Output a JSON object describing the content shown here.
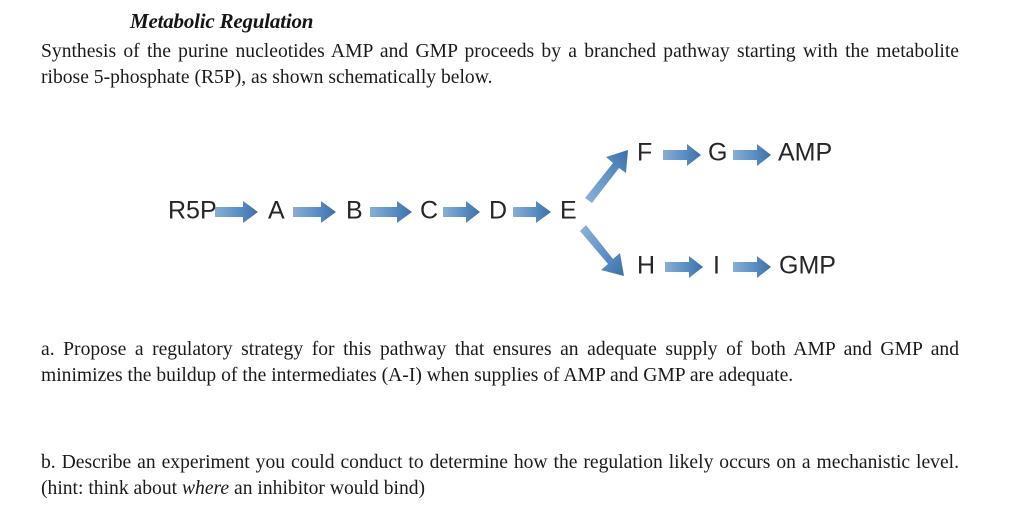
{
  "document": {
    "title": "Metabolic Regulation",
    "intro_paragraph": "Synthesis of the purine nucleotides AMP and GMP proceeds by a branched pathway starting with the metabolite ribose 5-phosphate (R5P), as shown schematically below.",
    "question_a": "a. Propose a regulatory strategy for this pathway that ensures an adequate supply of both AMP and GMP and minimizes the buildup of the intermediates (A-I) when supplies of AMP and GMP are adequate.",
    "question_b_part1": "b. Describe an experiment you could conduct to determine how the regulation likely occurs on a mechanistic level. (hint: think about ",
    "question_b_emphasis": "where",
    "question_b_part2": " an inhibitor would bind)"
  },
  "diagram": {
    "arrow_color": "#4a7fb5",
    "arrow_color_light": "#7ba7d2",
    "node_color": "#262626",
    "main_chain": [
      "R5P",
      "A",
      "B",
      "C",
      "D",
      "E"
    ],
    "upper_branch": [
      "F",
      "G",
      "AMP"
    ],
    "lower_branch": [
      "H",
      "I",
      "GMP"
    ],
    "labels": {
      "r5p": "R5P",
      "a": "A",
      "b": "B",
      "c": "C",
      "d": "D",
      "e": "E",
      "f": "F",
      "g": "G",
      "amp": "AMP",
      "h": "H",
      "i": "I",
      "gmp": "GMP"
    }
  }
}
